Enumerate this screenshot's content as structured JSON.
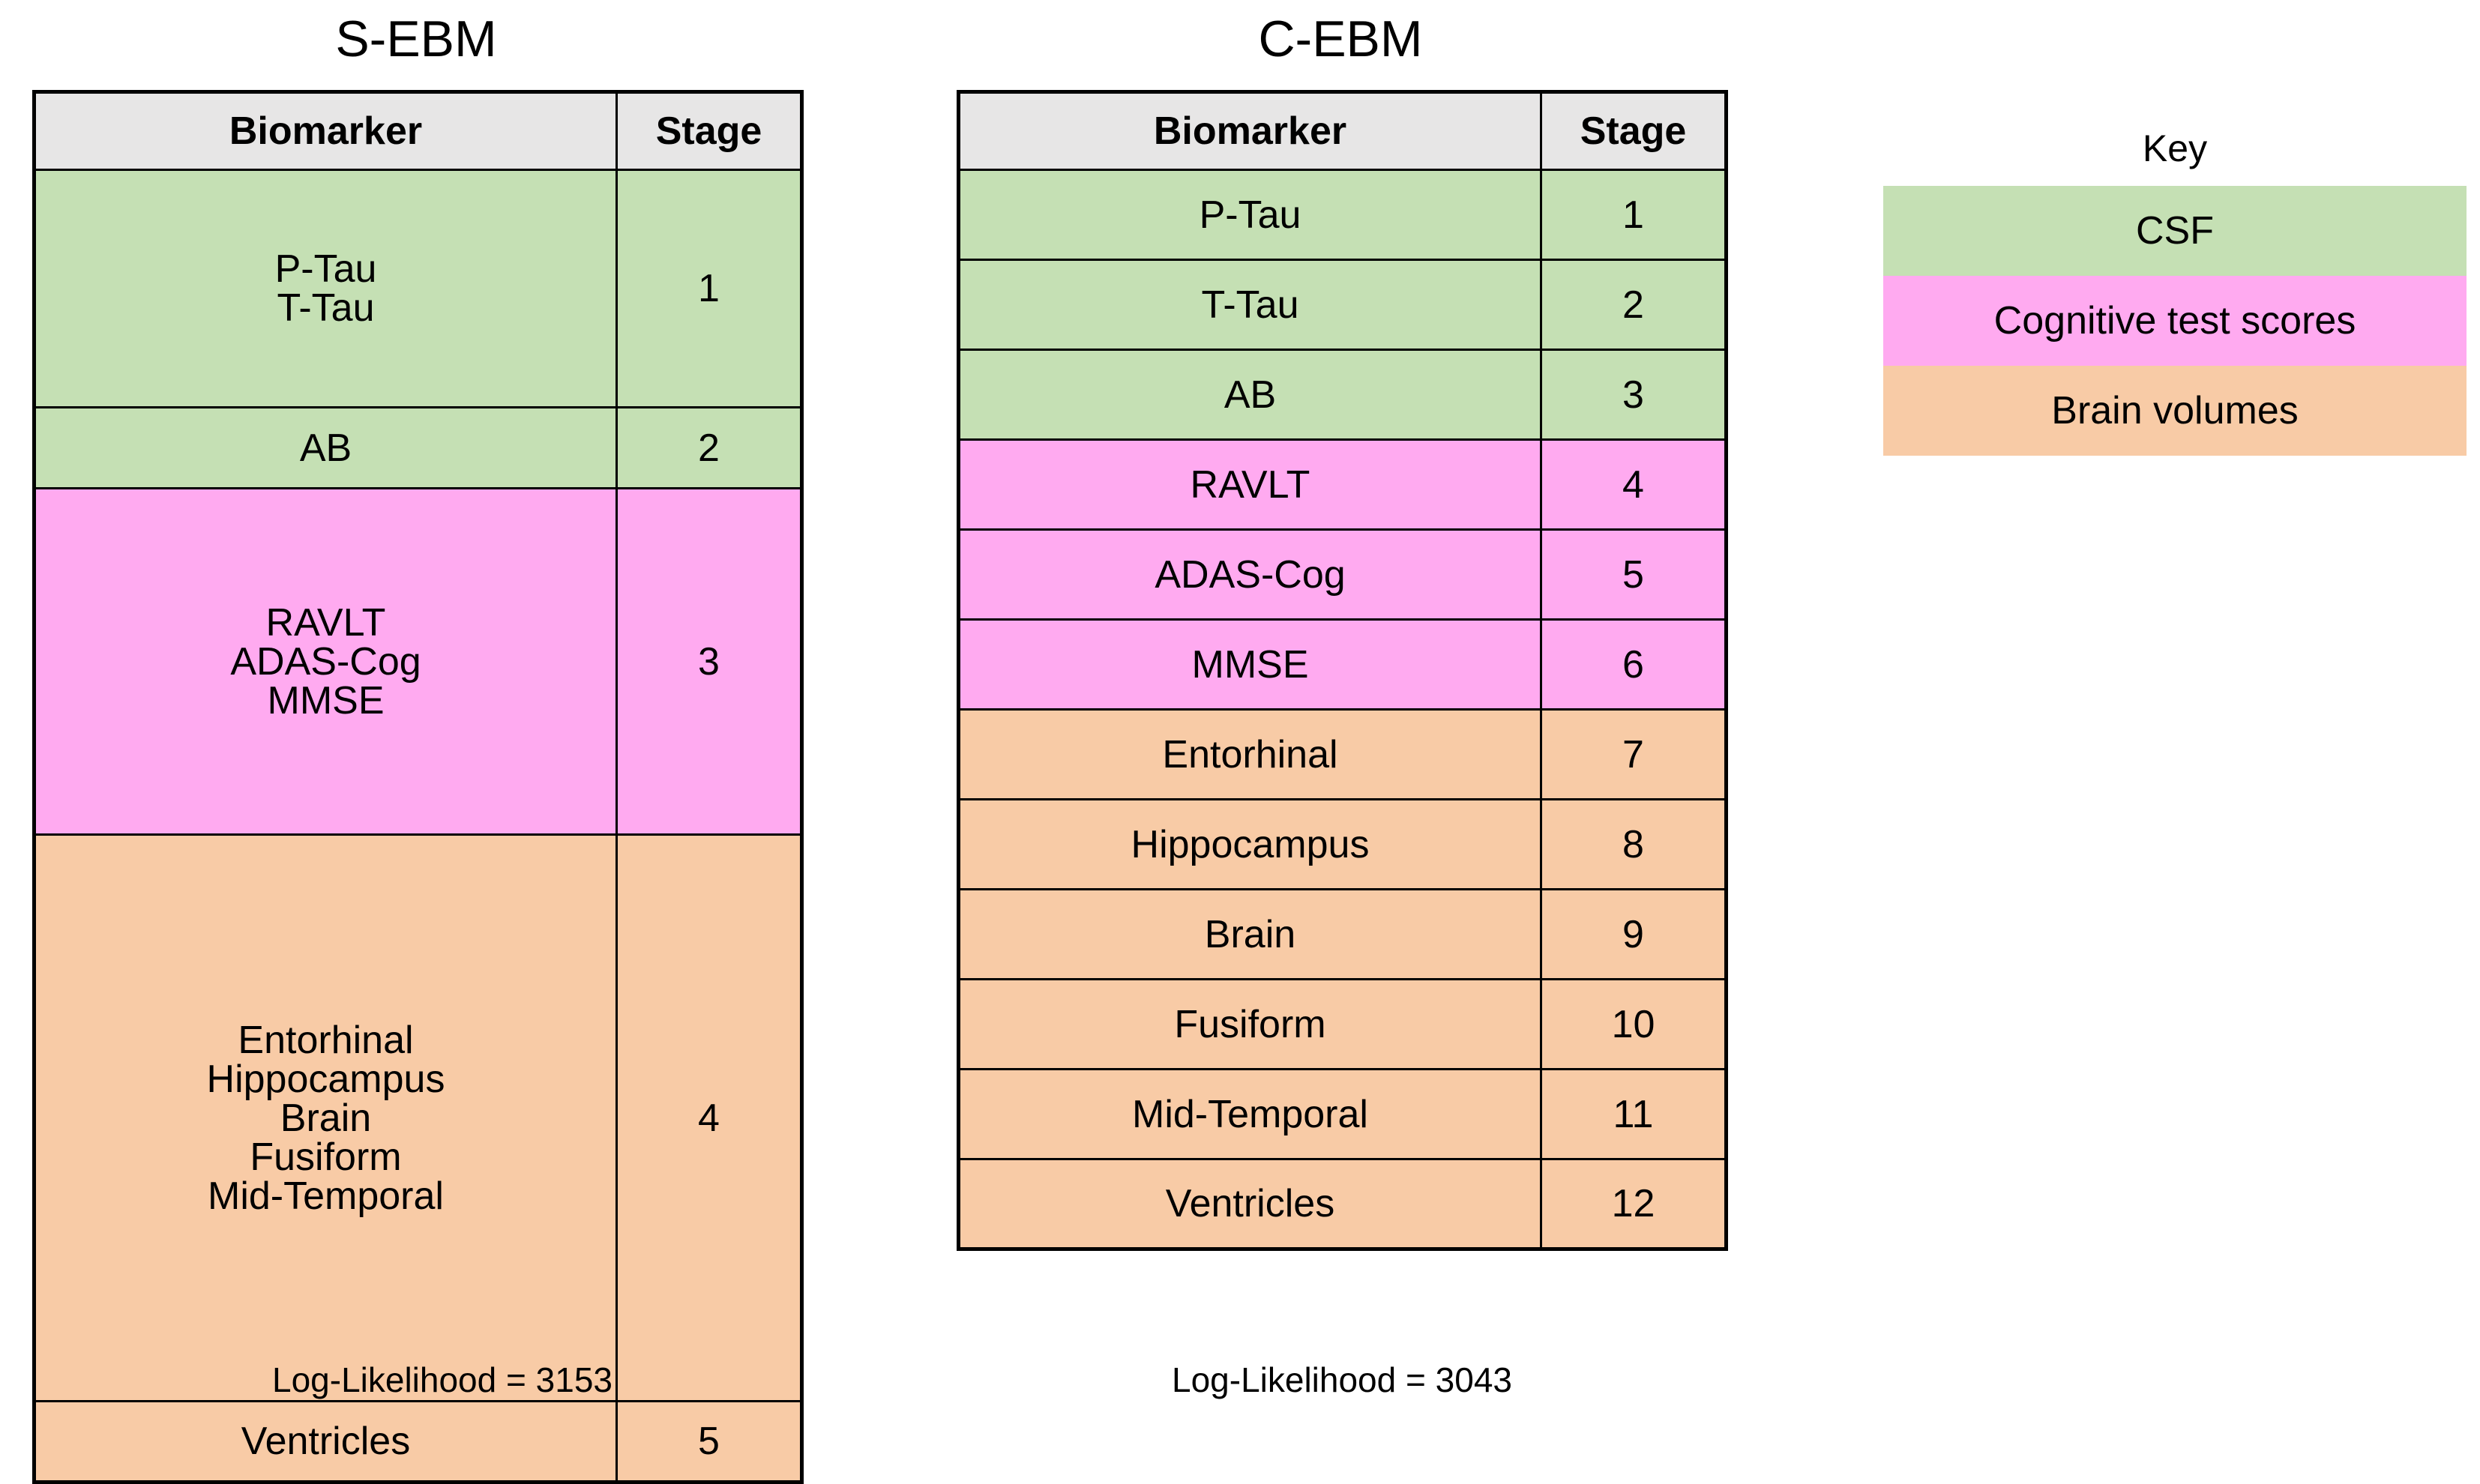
{
  "figure": {
    "panels": [
      {
        "id": "sebm",
        "title": "S-EBM",
        "columns": {
          "biomarker": "Biomarker",
          "stage": "Stage"
        },
        "rows": [
          {
            "biomarkers": [
              "P-Tau",
              "T-Tau"
            ],
            "stage": "1",
            "category": "csf"
          },
          {
            "biomarkers": [
              "AB"
            ],
            "stage": "2",
            "category": "csf"
          },
          {
            "biomarkers": [
              "RAVLT",
              "ADAS-Cog",
              "MMSE"
            ],
            "stage": "3",
            "category": "cog"
          },
          {
            "biomarkers": [
              "Entorhinal",
              "Hippocampus",
              "Brain",
              "Fusiform",
              "Mid-Temporal"
            ],
            "stage": "4",
            "category": "vol"
          },
          {
            "biomarkers": [
              "Ventricles"
            ],
            "stage": "5",
            "category": "vol"
          }
        ],
        "loglikelihood_caption": "Log-Likelihood = 3153",
        "loglikelihood_value": 3153
      },
      {
        "id": "cebm",
        "title": "C-EBM",
        "columns": {
          "biomarker": "Biomarker",
          "stage": "Stage"
        },
        "rows": [
          {
            "biomarkers": [
              "P-Tau"
            ],
            "stage": "1",
            "category": "csf"
          },
          {
            "biomarkers": [
              "T-Tau"
            ],
            "stage": "2",
            "category": "csf"
          },
          {
            "biomarkers": [
              "AB"
            ],
            "stage": "3",
            "category": "csf"
          },
          {
            "biomarkers": [
              "RAVLT"
            ],
            "stage": "4",
            "category": "cog"
          },
          {
            "biomarkers": [
              "ADAS-Cog"
            ],
            "stage": "5",
            "category": "cog"
          },
          {
            "biomarkers": [
              "MMSE"
            ],
            "stage": "6",
            "category": "cog"
          },
          {
            "biomarkers": [
              "Entorhinal"
            ],
            "stage": "7",
            "category": "vol"
          },
          {
            "biomarkers": [
              "Hippocampus"
            ],
            "stage": "8",
            "category": "vol"
          },
          {
            "biomarkers": [
              "Brain"
            ],
            "stage": "9",
            "category": "vol"
          },
          {
            "biomarkers": [
              "Fusiform"
            ],
            "stage": "10",
            "category": "vol"
          },
          {
            "biomarkers": [
              "Mid-Temporal"
            ],
            "stage": "11",
            "category": "vol"
          },
          {
            "biomarkers": [
              "Ventricles"
            ],
            "stage": "12",
            "category": "vol"
          }
        ],
        "loglikelihood_caption": "Log-Likelihood = 3043",
        "loglikelihood_value": 3043
      }
    ],
    "key": {
      "title": "Key",
      "entries": [
        {
          "label": "CSF",
          "category": "csf",
          "color": "#C5E0B4"
        },
        {
          "label": "Cognitive test scores",
          "category": "cog",
          "color": "#FFAAF0"
        },
        {
          "label": "Brain volumes",
          "category": "vol",
          "color": "#F8CBA6"
        }
      ]
    },
    "colors": {
      "csf": "#C5E0B4",
      "cognitive": "#FFAAF0",
      "volumes": "#F8CBA6",
      "header_gray": "#E7E6E6",
      "border": "#000000",
      "background": "#FFFFFF"
    }
  }
}
